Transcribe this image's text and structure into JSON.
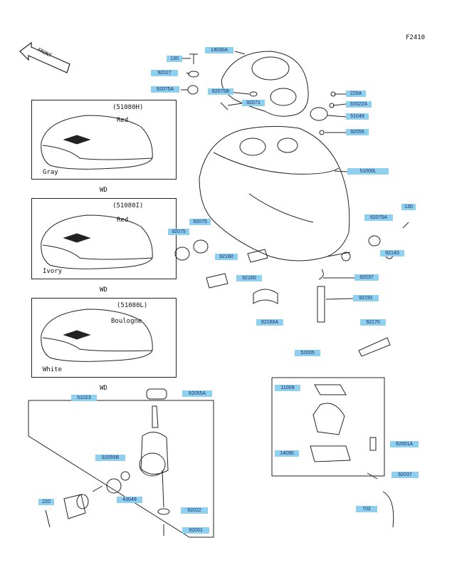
{
  "diagram": {
    "code": "F2410",
    "front_text": "FRONT",
    "variants": [
      {
        "code": "(51080H)",
        "upper_color": "Red",
        "lower_color": "Gray",
        "note": "WD"
      },
      {
        "code": "(51080I)",
        "upper_color": "Red",
        "lower_color": "Ivory",
        "note": "WD"
      },
      {
        "code": "(51080L)",
        "upper_color": "Boulogne",
        "lower_color": "White",
        "note": "WD"
      }
    ],
    "part_labels": {
      "p130a": "130",
      "p14030a": "14030A",
      "p92027": "92027",
      "p92075a_top": "92075A",
      "p92075b": "92075B",
      "p92071": "92071",
      "p220a": "220A",
      "p92022a": "92022A",
      "p51049": "51049",
      "p92055": "92055",
      "p51000l": "51000L",
      "p92075_a": "92075",
      "p92075_b": "92075",
      "p92160_a": "92160",
      "p92160_b": "92160",
      "p92160a": "92160A",
      "p92075a_r": "92075A",
      "p130b": "130",
      "p92143": "92143",
      "p92037": "92037",
      "p92191": "92191",
      "p92170": "92170",
      "p52005": "52005",
      "p11009": "11009",
      "p92001a": "92001A",
      "p14090": "14090",
      "p92037b": "92037",
      "p702": "702",
      "p51023": "51023",
      "p92055a": "92055A",
      "p92055b": "92055B",
      "p43049": "43049",
      "p220": "220",
      "p92022": "92022",
      "p92001": "92001"
    }
  }
}
